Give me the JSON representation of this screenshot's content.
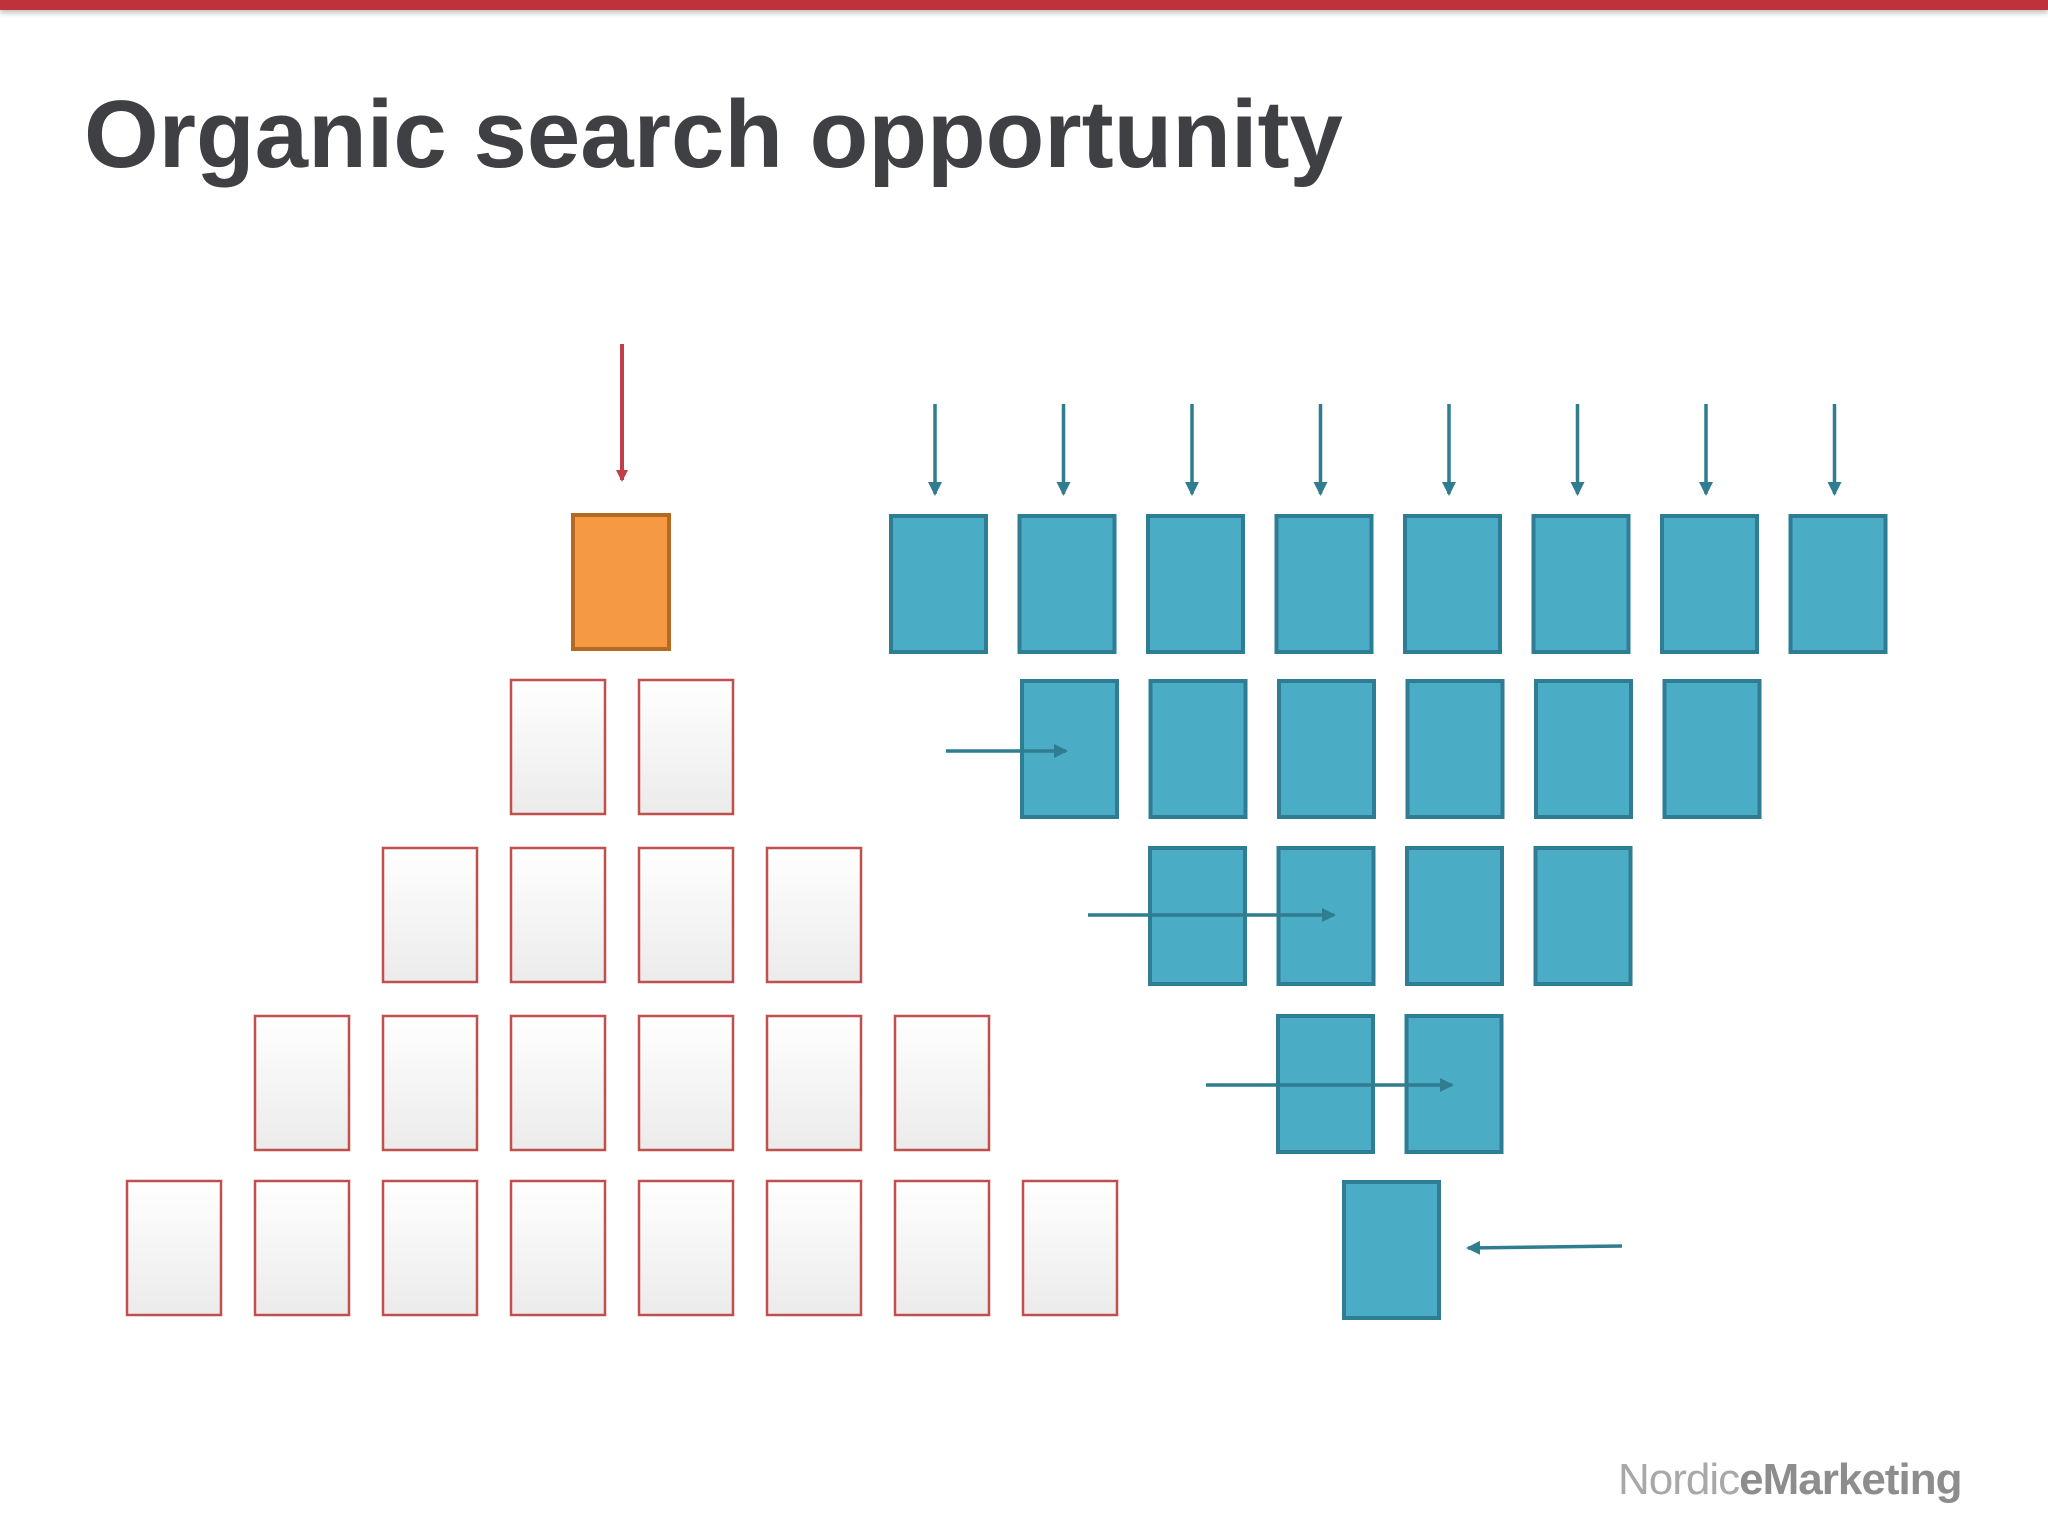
{
  "slide": {
    "title": "Organic search opportunity",
    "logo": {
      "nordic": "Nordic",
      "emarketing": "eMarketing"
    }
  },
  "colors": {
    "top_bar": "#c0323a",
    "title": "#3f4043",
    "orange_fill": "#f59a42",
    "orange_stroke": "#b46a22",
    "outline_stroke": "#c0504d",
    "blue_fill": "#4bacc6",
    "blue_stroke": "#2e7d95",
    "red_arrow": "#c0404a",
    "teal_arrow": "#2f7d8e"
  },
  "diagram": {
    "left_pyramid_rows": [
      1,
      2,
      4,
      6,
      8
    ],
    "left_top_box": "orange",
    "right_funnel_rows": [
      8,
      6,
      4,
      2,
      1
    ],
    "right_top_arrows": 8,
    "right_side_arrows": 4
  }
}
